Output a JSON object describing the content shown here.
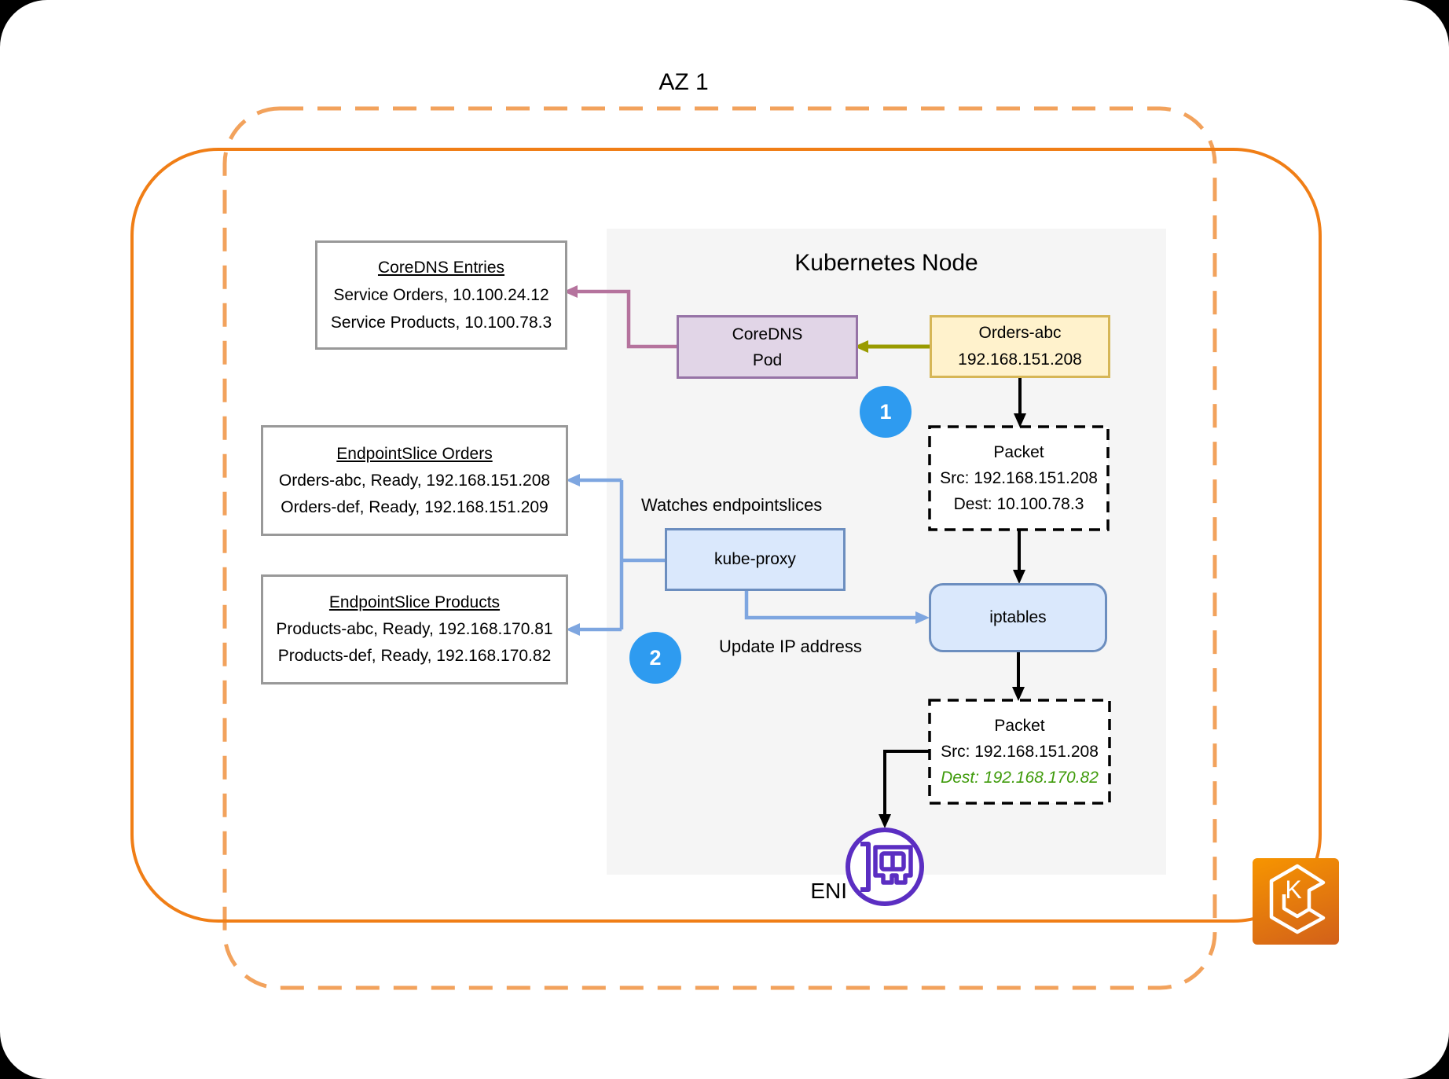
{
  "header": {
    "az_label": "AZ 1",
    "node_title": "Kubernetes Node"
  },
  "boxes": {
    "coredns_entries": {
      "title": "CoreDNS Entries",
      "line1": "Service Orders, 10.100.24.12",
      "line2": "Service Products, 10.100.78.3"
    },
    "es_orders": {
      "title": "EndpointSlice Orders",
      "line1": "Orders-abc, Ready, 192.168.151.208",
      "line2": "Orders-def, Ready, 192.168.151.209"
    },
    "es_products": {
      "title": "EndpointSlice Products",
      "line1": "Products-abc, Ready, 192.168.170.81",
      "line2": "Products-def, Ready, 192.168.170.82"
    },
    "coredns_pod": {
      "line1": "CoreDNS",
      "line2": "Pod"
    },
    "orders_abc": {
      "line1": "Orders-abc",
      "line2": "192.168.151.208"
    },
    "packet1": {
      "title": "Packet",
      "src": "Src: 192.168.151.208",
      "dest": "Dest: 10.100.78.3"
    },
    "packet2": {
      "title": "Packet",
      "src": "Src: 192.168.151.208",
      "dest": "Dest: 192.168.170.82"
    },
    "kube_proxy": {
      "label": "kube-proxy"
    },
    "iptables": {
      "label": "iptables"
    }
  },
  "annotations": {
    "watches": "Watches endpointslices",
    "update_ip": "Update IP address",
    "step1": "1",
    "step2": "2",
    "eni": "ENI",
    "eks_letter": "K"
  },
  "colors": {
    "az_dashed_orange": "#F2A25C",
    "vpc_solid_orange": "#F07E16",
    "pink_arrow": "#B5739D",
    "olive_arrow": "#999B00",
    "blue_arrow": "#7EA6E0",
    "blue_node_fill": "#DAE8FC",
    "blue_node_border": "#6C8EBF",
    "purple_node_fill": "#E1D5E7",
    "purple_node_border": "#9673A6",
    "yellow_node_fill": "#FFF2CC",
    "yellow_node_border": "#D6B656",
    "step_badge_blue": "#2E9BF0",
    "dest_green": "#3F9B0B",
    "eni_purple": "#5B2EC2",
    "node_panel_gray": "#F5F5F5",
    "box_border_gray": "#999999"
  }
}
